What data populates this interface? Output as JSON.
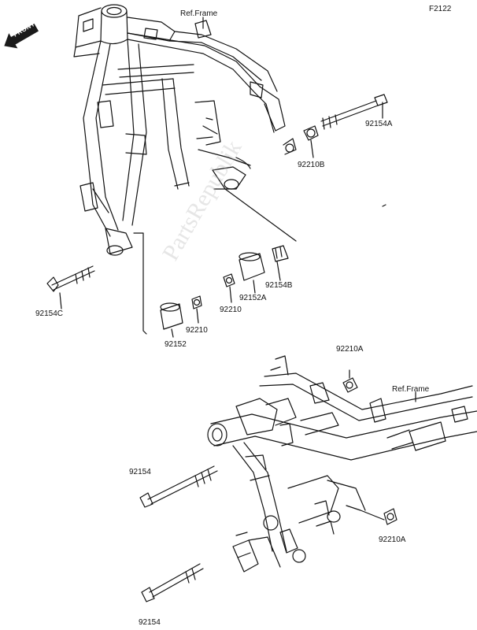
{
  "diagram_code": "F2122",
  "direction_badge": {
    "text": "FRONT",
    "icon": "arrow-left-icon"
  },
  "watermark": "PartsRepublik",
  "reference_labels": {
    "upper": "Ref.Frame",
    "lower": "Ref.Frame"
  },
  "part_labels": {
    "p92154A": "92154A",
    "p92210B": "92210B",
    "p92154C": "92154C",
    "p92154B": "92154B",
    "p92152A": "92152A",
    "p92210_mid": "92210",
    "p92210_left": "92210",
    "p92152": "92152",
    "p92210A_top": "92210A",
    "p92154_mid": "92154",
    "p92210A_right": "92210A",
    "p92154_bottom": "92154"
  },
  "colors": {
    "line": "#111111",
    "badge": "#1a1a1a"
  }
}
